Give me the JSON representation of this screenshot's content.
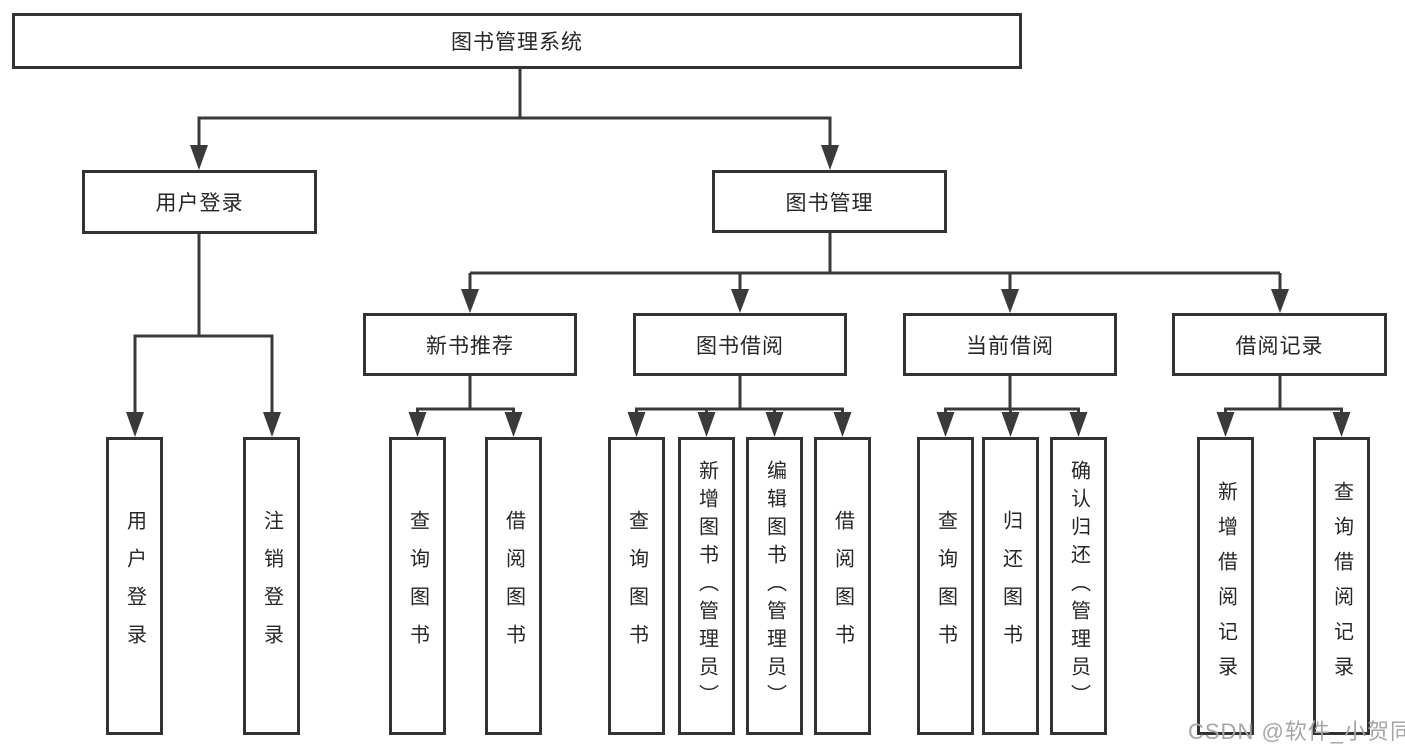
{
  "diagram_type": "function-structure-tree",
  "colors": {
    "background": "#ffffff",
    "line": "#3a3a3a",
    "box_border": "#333333",
    "text": "#262626",
    "watermark": "#a6a6a6"
  },
  "tree": {
    "label": "图书管理系统",
    "children": [
      {
        "label": "用户登录",
        "children": [
          {
            "label": "用户登录"
          },
          {
            "label": "注销登录"
          }
        ]
      },
      {
        "label": "图书管理",
        "children": [
          {
            "label": "新书推荐",
            "children": [
              {
                "label": "查询图书"
              },
              {
                "label": "借阅图书"
              }
            ]
          },
          {
            "label": "图书借阅",
            "children": [
              {
                "label": "查询图书"
              },
              {
                "label": "新增图书（管理员）"
              },
              {
                "label": "编辑图书（管理员）"
              },
              {
                "label": "借阅图书"
              }
            ]
          },
          {
            "label": "当前借阅",
            "children": [
              {
                "label": "查询图书"
              },
              {
                "label": "归还图书"
              },
              {
                "label": "确认归还（管理员）"
              }
            ]
          },
          {
            "label": "借阅记录",
            "children": [
              {
                "label": "新增借阅记录"
              },
              {
                "label": "查询借阅记录"
              }
            ]
          }
        ]
      }
    ]
  },
  "watermark": {
    "text": "CSDN @软件_小贺同学"
  }
}
